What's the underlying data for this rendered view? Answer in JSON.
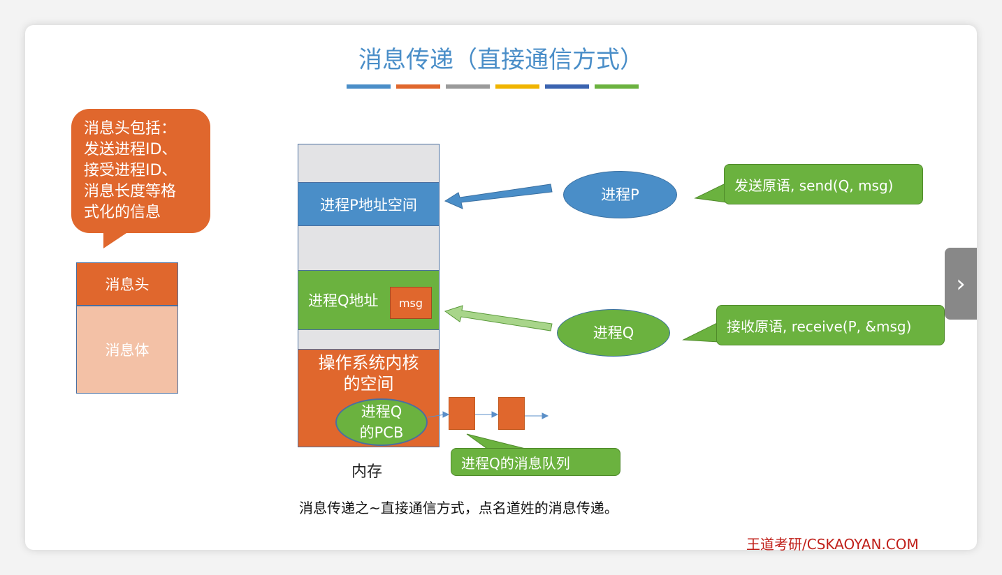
{
  "title": "消息传递（直接通信方式）",
  "title_bar_colors": [
    "#4a8ec8",
    "#e0672d",
    "#9a9a9a",
    "#f0b400",
    "#3a63b0",
    "#6bb23f"
  ],
  "header_callout": {
    "lines": [
      "消息头包括：",
      "发送进程ID、",
      "接受进程ID、",
      "消息长度等格",
      "式化的信息"
    ]
  },
  "message": {
    "header": "消息头",
    "body": "消息体"
  },
  "memory": {
    "p_space": "进程P地址空间",
    "q_space": "进程Q地址",
    "msg": "msg",
    "kernel": "操作系统内核的空间",
    "label": "内存"
  },
  "processes": {
    "p": "进程P",
    "q": "进程Q",
    "pcb": [
      "进程Q",
      "的PCB"
    ]
  },
  "primitives": {
    "send": "发送原语, send(Q, msg)",
    "receive": "接收原语, receive(P, &msg)"
  },
  "queue_label": "进程Q的消息队列",
  "caption": "消息传递之~直接通信方式，点名道姓的消息传递。",
  "watermark": "王道考研/CSKAOYAN.COM",
  "nav": {
    "next": "›"
  }
}
